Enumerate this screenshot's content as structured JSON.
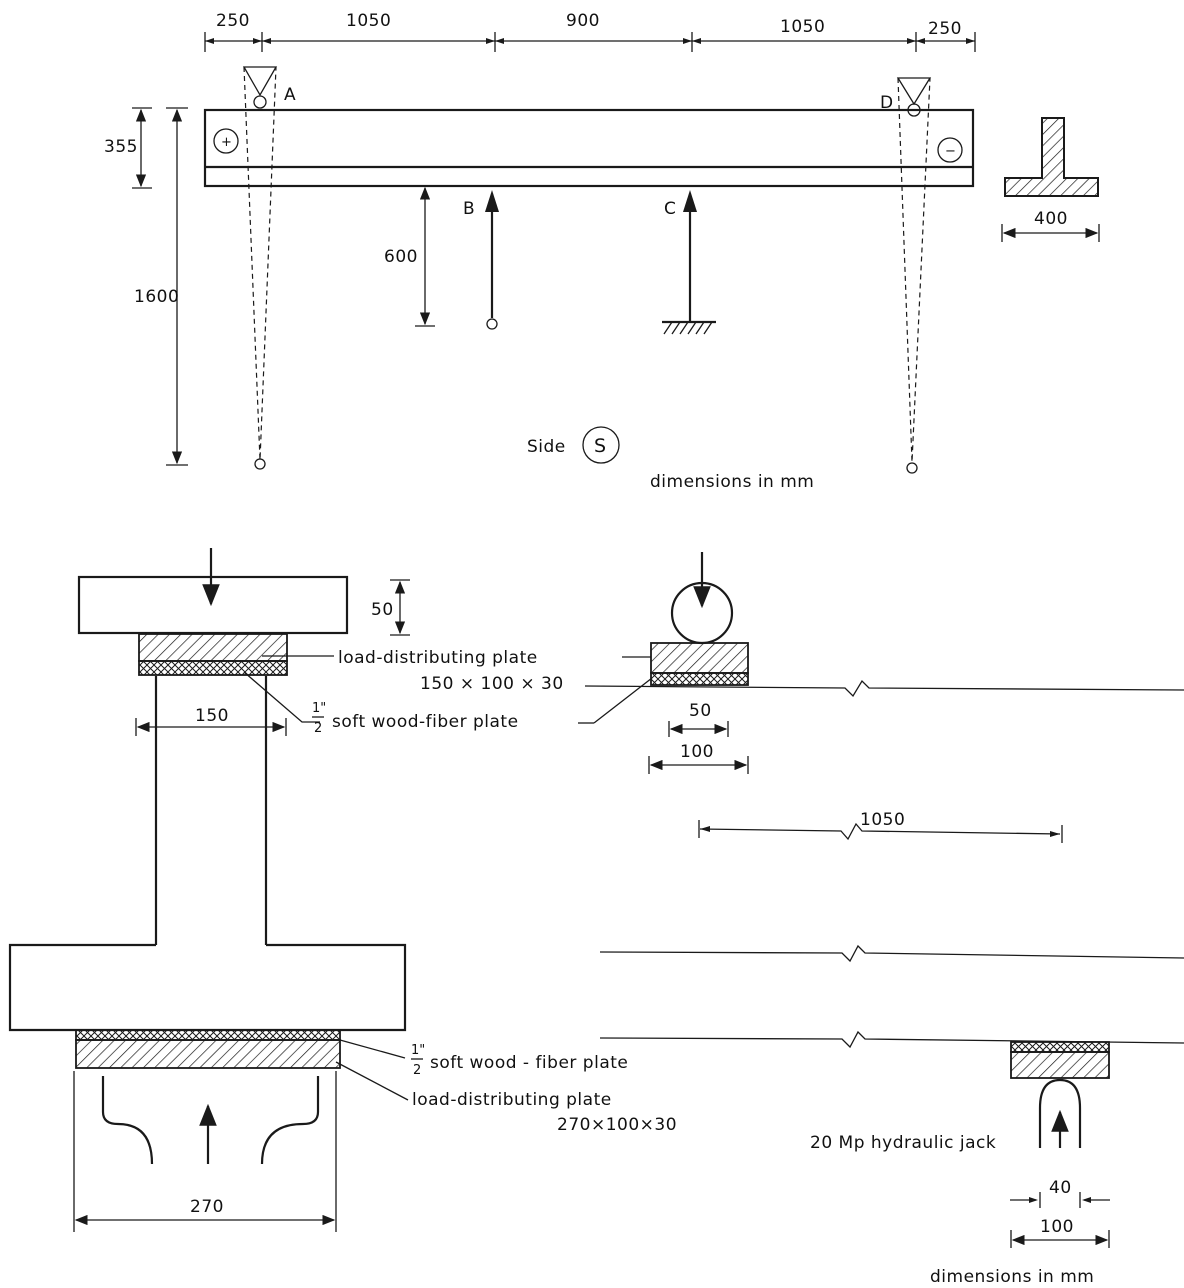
{
  "side_view": {
    "top_dims": [
      "250",
      "1050",
      "900",
      "1050",
      "250"
    ],
    "points": {
      "a": "A",
      "b": "B",
      "c": "C",
      "d": "D"
    },
    "signs": {
      "plus": "+",
      "minus": "−"
    },
    "dim_355": "355",
    "dim_600": "600",
    "dim_1600": "1600",
    "section_width": "400",
    "side_label": "Side",
    "side_mark": "S",
    "units": "dimensions in mm"
  },
  "detail": {
    "dim_50_vert": "50",
    "load_plate_label": "load-distributing plate",
    "load_plate_size_top": "150 × 100 × 30",
    "fiber_plate_num": "1\"",
    "fiber_plate_den": "2",
    "fiber_plate_text": "soft wood-fiber plate",
    "dim_150": "150",
    "dim_50_right": "50",
    "dim_100_right": "100",
    "dim_1050": "1050",
    "fiber_plate_num_2": "1\"",
    "fiber_plate_den_2": "2",
    "fiber_plate_text_2": "soft wood - fiber plate",
    "load_plate_label_2": "load-distributing plate",
    "load_plate_size_bottom": "270×100×30",
    "dim_270": "270",
    "jack_label": "20 Mp hydraulic jack",
    "dim_40": "40",
    "dim_100_jack": "100",
    "units": "dimensions in mm"
  }
}
